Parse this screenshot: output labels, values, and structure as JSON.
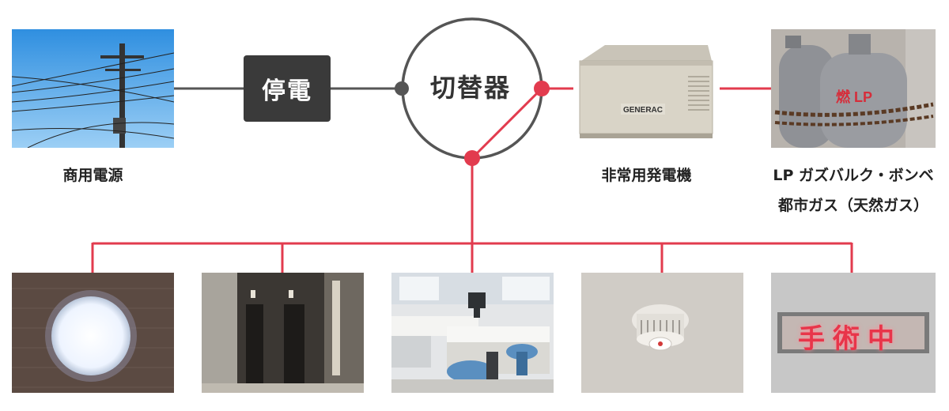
{
  "sources": {
    "commercial_power": "商用電源",
    "generator": "非常用発電機",
    "fuel_line1": "LP ガズバルク・ボンベ",
    "fuel_line2": "都市ガス（天然ガス）"
  },
  "outage": "停電",
  "switch": "切替器",
  "generator_brand": "GENERAC",
  "cylinder_text": "燃 LP",
  "surgery_sign": "手術中",
  "colors": {
    "grey_line": "#555555",
    "red_line": "#e23b4e",
    "dark_box": "#3a3a3a"
  }
}
